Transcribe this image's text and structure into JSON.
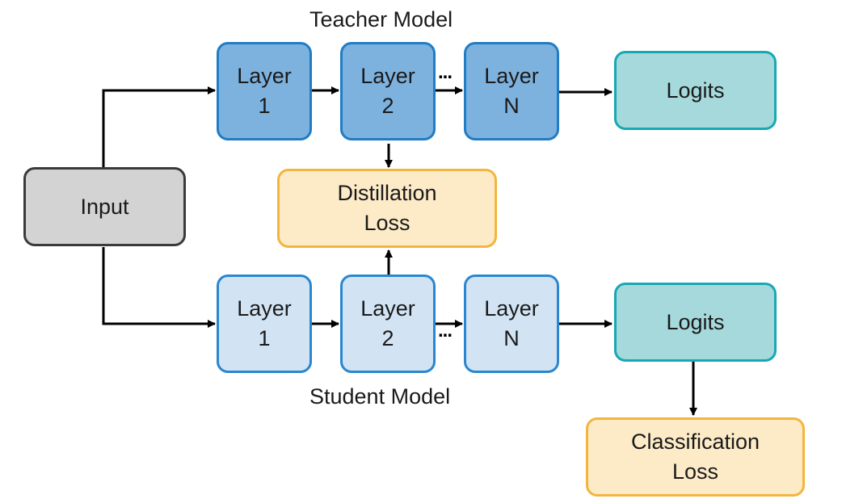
{
  "teacher": {
    "caption": "Teacher Model",
    "layers": [
      {
        "line1": "Layer",
        "line2": "1"
      },
      {
        "line1": "Layer",
        "line2": "2"
      },
      {
        "line1": "Layer",
        "line2": "N"
      }
    ],
    "ellipsis": "...",
    "logits": "Logits"
  },
  "student": {
    "caption": "Student Model",
    "layers": [
      {
        "line1": "Layer",
        "line2": "1"
      },
      {
        "line1": "Layer",
        "line2": "2"
      },
      {
        "line1": "Layer",
        "line2": "N"
      }
    ],
    "ellipsis": "...",
    "logits": "Logits"
  },
  "input": "Input",
  "distillation_loss": {
    "line1": "Distillation",
    "line2": "Loss"
  },
  "classification_loss": {
    "line1": "Classification",
    "line2": "Loss"
  },
  "colors": {
    "teacher_layer_fill": "#7eb2de",
    "student_layer_fill": "#d2e4f4",
    "logits_fill": "#a5d9dc",
    "loss_fill": "#fdebc8",
    "input_fill": "#d3d3d3"
  }
}
